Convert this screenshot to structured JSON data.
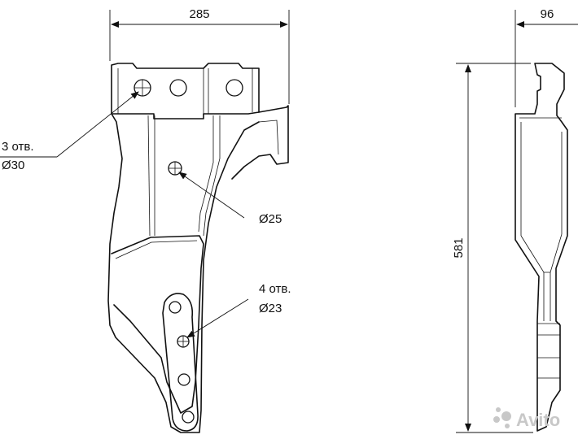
{
  "dimensions": {
    "width_label": "285",
    "thickness_label": "96",
    "height_label": "581"
  },
  "callouts": {
    "holes_30_count": "3 отв.",
    "holes_30_dia": "Ø30",
    "hole_25_dia": "Ø25",
    "holes_23_count": "4 отв.",
    "holes_23_dia": "Ø23"
  },
  "watermark": {
    "text": "Avito"
  },
  "colors": {
    "line": "#111111",
    "background": "#ffffff",
    "watermark": "#c8c8c8"
  }
}
